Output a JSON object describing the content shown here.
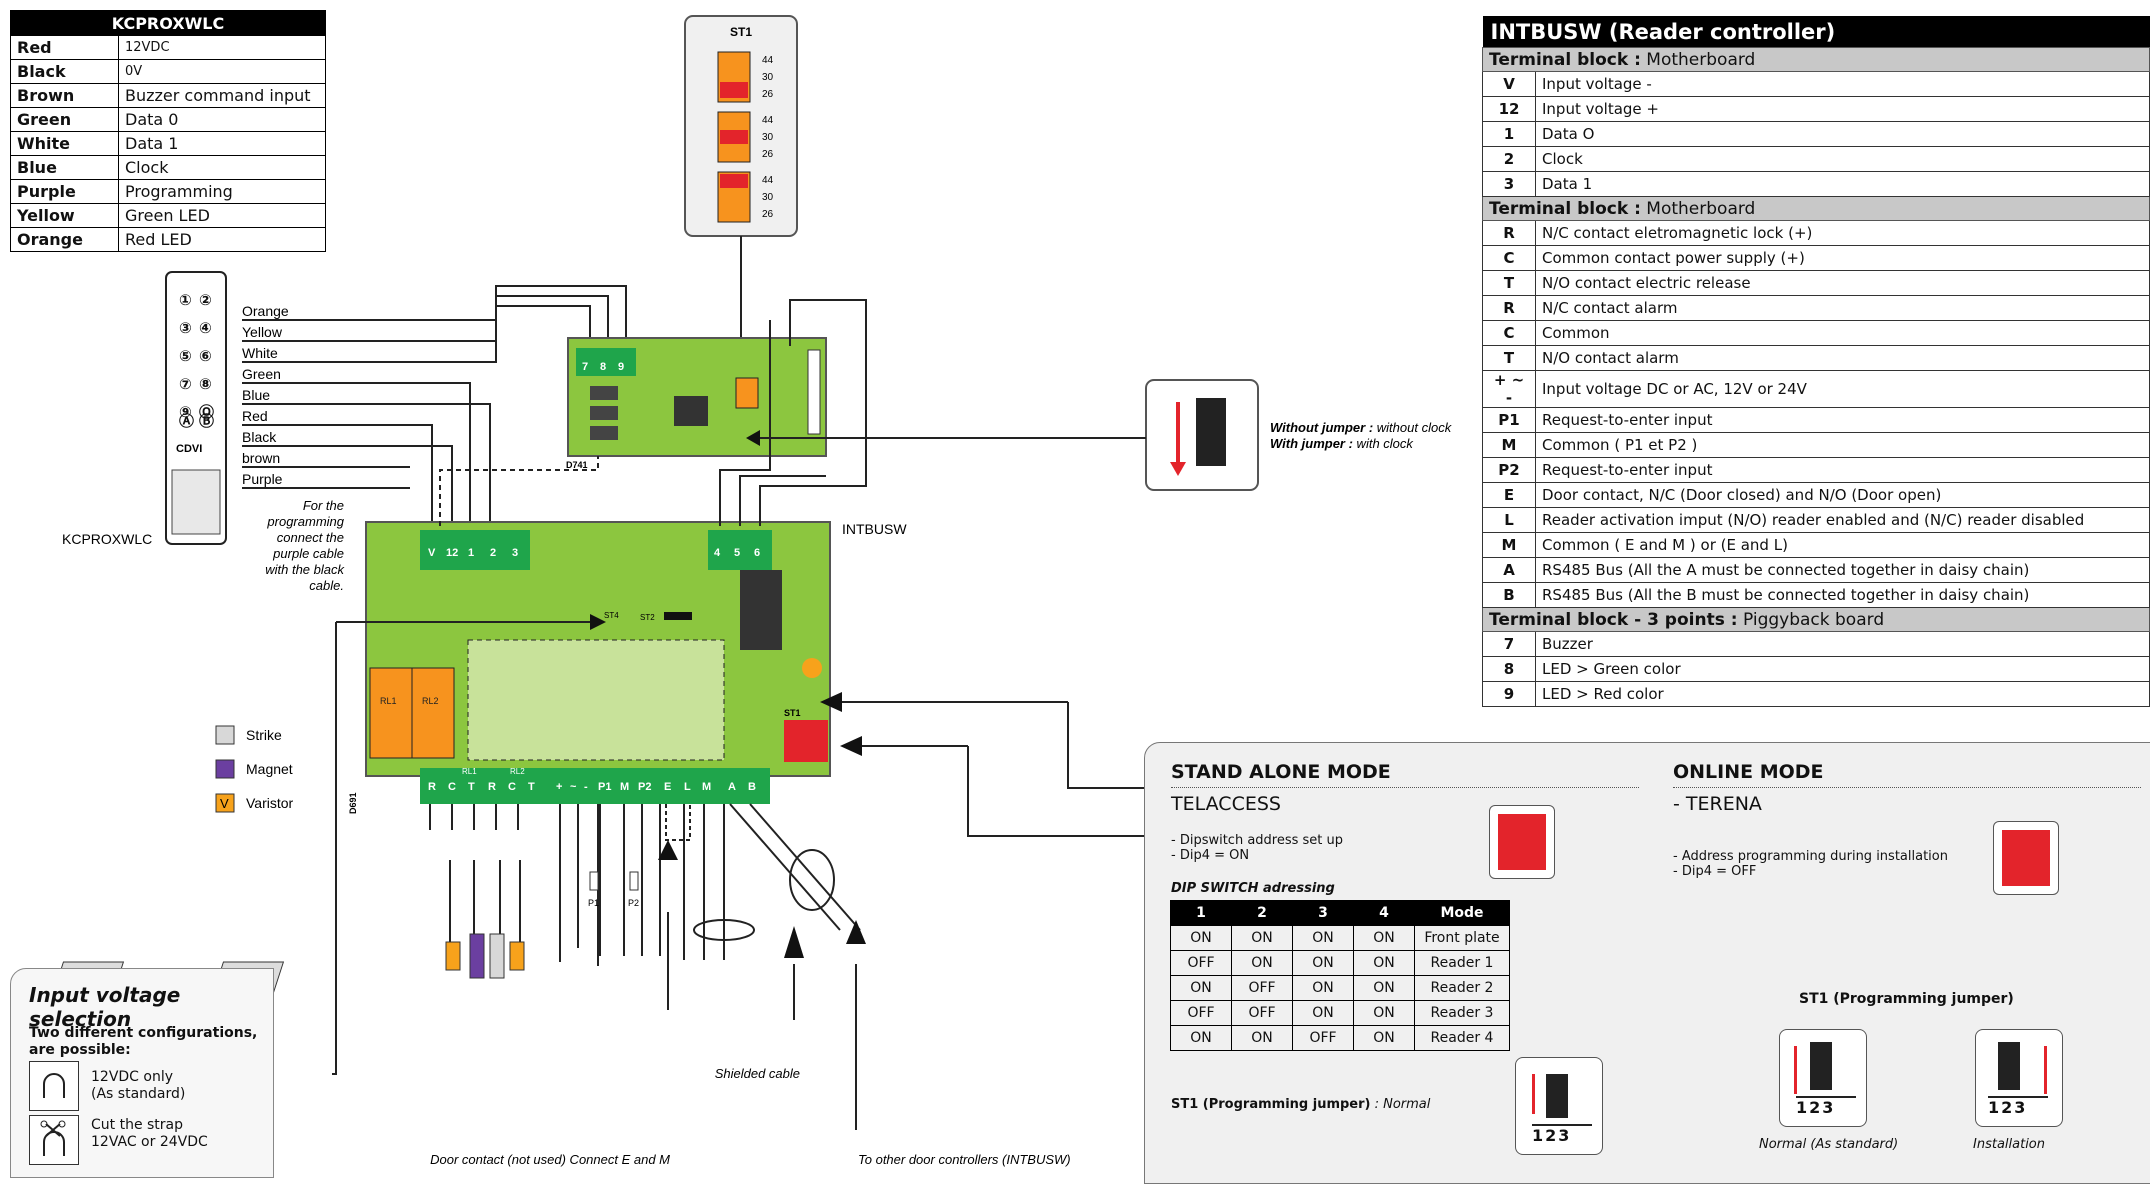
{
  "kcprox_table": {
    "title": "KCPROXWLC",
    "rows": [
      {
        "k": "Red",
        "v": "12VDC"
      },
      {
        "k": "Black",
        "v": "0V"
      },
      {
        "k": "Brown",
        "v": "Buzzer command input"
      },
      {
        "k": "Green",
        "v": "Data 0"
      },
      {
        "k": "White",
        "v": "Data 1"
      },
      {
        "k": "Blue",
        "v": "Clock"
      },
      {
        "k": "Purple",
        "v": "Programming"
      },
      {
        "k": "Yellow",
        "v": "Green LED"
      },
      {
        "k": "Orange",
        "v": "Red LED"
      }
    ]
  },
  "intbusw_table": {
    "title": "INTBUSW (Reader controller)",
    "sections": [
      {
        "head_bold": "Terminal block :",
        "head": " Motherboard",
        "rows": [
          {
            "k": "V",
            "v": "Input voltage -"
          },
          {
            "k": "12",
            "v": "Input voltage +"
          },
          {
            "k": "1",
            "v": "Data O"
          },
          {
            "k": "2",
            "v": "Clock"
          },
          {
            "k": "3",
            "v": "Data 1"
          }
        ]
      },
      {
        "head_bold": "Terminal block :",
        "head": " Motherboard",
        "rows": [
          {
            "k": "R",
            "v": "N/C contact eletromagnetic lock (+)"
          },
          {
            "k": "C",
            "v": "Common contact power supply (+)"
          },
          {
            "k": "T",
            "v": "N/O contact electric release"
          },
          {
            "k": "R",
            "v": "N/C contact alarm"
          },
          {
            "k": "C",
            "v": "Common"
          },
          {
            "k": "T",
            "v": "N/O contact alarm"
          },
          {
            "k": "+ ~ -",
            "v": "Input voltage DC or AC, 12V or 24V"
          },
          {
            "k": "P1",
            "v": "Request-to-enter input"
          },
          {
            "k": "M",
            "v": "Common ( P1 et P2 )"
          },
          {
            "k": "P2",
            "v": "Request-to-enter input"
          },
          {
            "k": "E",
            "v": "Door contact, N/C (Door closed) and N/O (Door open)"
          },
          {
            "k": "L",
            "v": "Reader activation imput (N/O) reader enabled and (N/C) reader disabled"
          },
          {
            "k": "M",
            "v": "Common ( E and M ) or (E and L)"
          },
          {
            "k": "A",
            "v": "RS485 Bus (All the A must be connected together in daisy chain)"
          },
          {
            "k": "B",
            "v": "RS485 Bus (All the B must be connected together in daisy chain)"
          }
        ]
      },
      {
        "head_bold": "Terminal block - 3 points :",
        "head": " Piggyback board",
        "rows": [
          {
            "k": "7",
            "v": "Buzzer"
          },
          {
            "k": "8",
            "v": "LED > Green color"
          },
          {
            "k": "9",
            "v": "LED > Red color"
          }
        ]
      }
    ]
  },
  "reader": {
    "label": "KCPROXWLC",
    "keys": [
      "①",
      "②",
      "③",
      "④",
      "⑤",
      "⑥",
      "⑦",
      "⑧",
      "⑨",
      "Ⓞ",
      "Ⓐ",
      "Ⓑ"
    ],
    "brand": "CDVI",
    "wires": [
      "Orange",
      "Yellow",
      "White",
      "Green",
      "Blue",
      "Red",
      "Black",
      "brown",
      "Purple"
    ],
    "note": "For the programming connect the purple cable with the black cable."
  },
  "st1_top": {
    "title": "ST1",
    "pins": [
      "44",
      "30",
      "26"
    ]
  },
  "jumper_clock": {
    "line1_bold": "Without jumper :",
    "line1": " without clock",
    "line2_bold": "With jumper :",
    "line2": " with clock"
  },
  "board": {
    "name": "INTBUSW",
    "piggy": "D741",
    "main": "D691",
    "term_top": [
      "V",
      "12",
      "1",
      "2",
      "3"
    ],
    "term_piggy": [
      "7",
      "8",
      "9"
    ],
    "term_456": [
      "4",
      "5",
      "6"
    ],
    "term_bottom": [
      "R",
      "C",
      "T",
      "R",
      "C",
      "T",
      "+",
      "~",
      "-",
      "P1",
      "M",
      "P2",
      "E",
      "L",
      "M",
      "A",
      "B"
    ],
    "rl": [
      "RL1",
      "RL2"
    ],
    "st2": "ST2",
    "st4": "ST4",
    "st1": "ST1",
    "relay1": "RL1",
    "relay2": "RL2"
  },
  "legend": [
    {
      "label": "Strike",
      "color": "#d8d8d8"
    },
    {
      "label": "Magnet",
      "color": "#6b3fa0"
    },
    {
      "label": "Varistor",
      "color": "#f7a21b",
      "mark": "V"
    }
  ],
  "bottom_labels": {
    "p1": "P1",
    "p2": "P2",
    "shielded": "Shielded cable",
    "door": "Door contact (not used) Connect E and M",
    "other": "To other door controllers (INTBUSW)"
  },
  "voltage": {
    "title": "Input voltage selection",
    "sub": "Two different configurations, are possible:",
    "opt1a": "12VDC only",
    "opt1b": "(As standard)",
    "opt2a": "Cut the strap",
    "opt2b": "12VAC or 24VDC"
  },
  "modes": {
    "standalone_title": "STAND ALONE MODE",
    "telaccess": "TELACCESS",
    "sa_line1": "- Dipswitch address set up",
    "sa_line2": "- Dip4 = ON",
    "dip_title": "DIP SWITCH adressing",
    "dip_headers": [
      "1",
      "2",
      "3",
      "4",
      "Mode"
    ],
    "dip_rows": [
      [
        "ON",
        "ON",
        "ON",
        "ON",
        "Front plate"
      ],
      [
        "OFF",
        "ON",
        "ON",
        "ON",
        "Reader 1"
      ],
      [
        "ON",
        "OFF",
        "ON",
        "ON",
        "Reader 2"
      ],
      [
        "OFF",
        "OFF",
        "ON",
        "ON",
        "Reader 3"
      ],
      [
        "ON",
        "ON",
        "OFF",
        "ON",
        "Reader 4"
      ]
    ],
    "st1_prog_bold": "ST1 (Programming jumper)",
    "st1_prog": " : Normal",
    "online_title": "ONLINE MODE",
    "terena": "- TERENA",
    "on_line1": "- Address programming during installation",
    "on_line2": "- Dip4 = OFF",
    "st1_title": "ST1 (Programming jumper)",
    "pins": "123",
    "normal": "Normal (As standard)",
    "installation": "Installation"
  }
}
